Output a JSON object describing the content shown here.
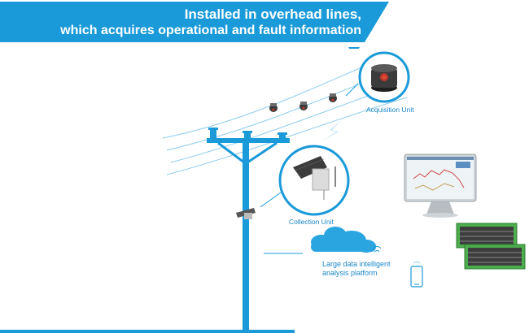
{
  "banner": {
    "line1": "Installed in overhead lines,",
    "line2": "which acquires operational and fault information"
  },
  "labels": {
    "acquisition_unit": "Acquisition Unit",
    "collection_unit": "Collection Unit",
    "platform_line1": "Large data intelligent",
    "platform_line2": "analysis platform"
  },
  "colors": {
    "accent": "#1a9ad9",
    "accent_dark": "#0b78b8",
    "pole": "#1a9ad9",
    "cloud": "#2aa5e0",
    "device_dark": "#2b2b2b",
    "device_red": "#c0392b",
    "rack_green": "#4cae4c"
  },
  "icons": {
    "acquisition_unit": "sensor-device-icon",
    "collection_unit": "solar-collector-icon",
    "wireless": "wireless-signal-icon",
    "cloud": "cloud-icon",
    "monitor": "monitor-icon",
    "servers": "server-rack-icon",
    "phone": "smartphone-icon"
  }
}
